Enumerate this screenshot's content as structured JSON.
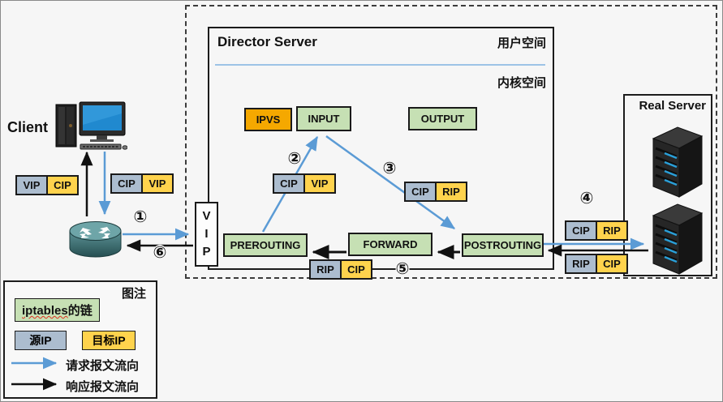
{
  "palette": {
    "request_blue": "#5b9bd5",
    "response_black": "#111111",
    "chain_green": "#c6e0b4",
    "ipvs_orange": "#f5a800",
    "source_cell_gray": "#acbdcf",
    "dest_cell_yellow": "#ffd34d",
    "space_divider_blue": "#9dc3e6"
  },
  "client": {
    "label": "Client"
  },
  "director": {
    "title": "Director Server",
    "user_space_label": "用户空间",
    "kernel_space_label": "内核空间"
  },
  "chains": {
    "ipvs": "IPVS",
    "input": "INPUT",
    "output": "OUTPUT",
    "prerouting": "PREROUTING",
    "forward": "FORWARD",
    "postrouting": "POSTROUTING"
  },
  "vip_box": {
    "l1": "V",
    "l2": "I",
    "l3": "P"
  },
  "real_server": {
    "title": "Real Server"
  },
  "packet_labels": {
    "response_to_client": {
      "src": "VIP",
      "dst": "CIP"
    },
    "request_from_client": {
      "src": "CIP",
      "dst": "VIP"
    },
    "request_in_director": {
      "src": "CIP",
      "dst": "VIP"
    },
    "request_after_nat": {
      "src": "CIP",
      "dst": "RIP"
    },
    "request_to_realserver": {
      "src": "CIP",
      "dst": "RIP"
    },
    "response_from_realserver": {
      "src": "RIP",
      "dst": "CIP"
    },
    "response_in_director": {
      "src": "RIP",
      "dst": "CIP"
    }
  },
  "steps": {
    "s1": "①",
    "s2": "②",
    "s3": "③",
    "s4": "④",
    "s5": "⑤",
    "s6": "⑥"
  },
  "legend": {
    "title": "图注",
    "chain_word": "iptables",
    "chain_suffix": "的链",
    "source_label": "源IP",
    "dest_label": "目标IP",
    "request_label": "请求报文流向",
    "response_label": "响应报文流向"
  }
}
